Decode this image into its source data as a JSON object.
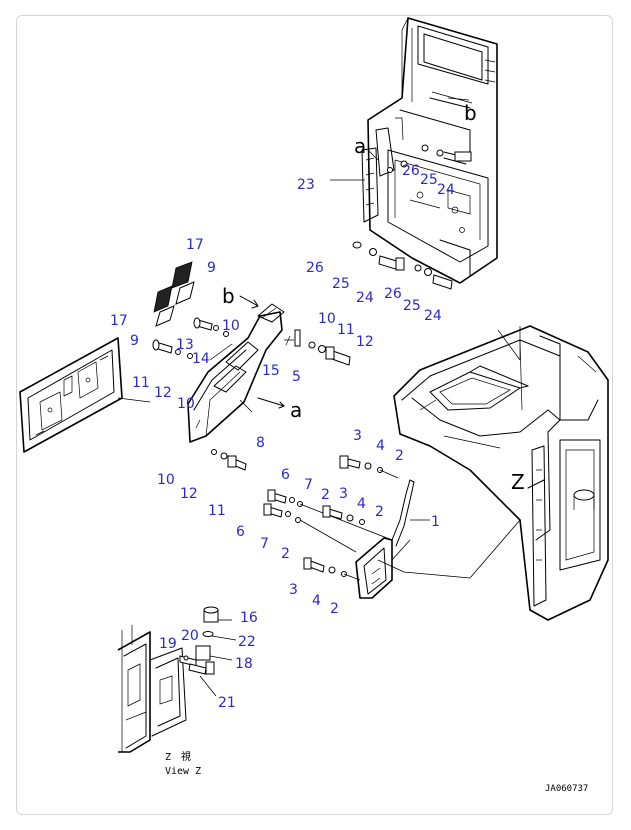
{
  "diagram": {
    "callouts": [
      {
        "id": "c23",
        "text": "23"
      },
      {
        "id": "c26a",
        "text": "26"
      },
      {
        "id": "c25a",
        "text": "25"
      },
      {
        "id": "c24a",
        "text": "24"
      },
      {
        "id": "c26b",
        "text": "26"
      },
      {
        "id": "c25b",
        "text": "25"
      },
      {
        "id": "c24b",
        "text": "24"
      },
      {
        "id": "c26c",
        "text": "26"
      },
      {
        "id": "c25c",
        "text": "25"
      },
      {
        "id": "c24c",
        "text": "24"
      },
      {
        "id": "c17a",
        "text": "17"
      },
      {
        "id": "c9a",
        "text": "9"
      },
      {
        "id": "c17b",
        "text": "17"
      },
      {
        "id": "c9b",
        "text": "9"
      },
      {
        "id": "c10a",
        "text": "10"
      },
      {
        "id": "c13",
        "text": "13"
      },
      {
        "id": "c14",
        "text": "14"
      },
      {
        "id": "c11a",
        "text": "11"
      },
      {
        "id": "c12a",
        "text": "12"
      },
      {
        "id": "c10b",
        "text": "10"
      },
      {
        "id": "c15",
        "text": "15"
      },
      {
        "id": "c5",
        "text": "5"
      },
      {
        "id": "c10c",
        "text": "10"
      },
      {
        "id": "c11b",
        "text": "11"
      },
      {
        "id": "c12b",
        "text": "12"
      },
      {
        "id": "c8",
        "text": "8"
      },
      {
        "id": "c10d",
        "text": "10"
      },
      {
        "id": "c12c",
        "text": "12"
      },
      {
        "id": "c11c",
        "text": "11"
      },
      {
        "id": "c3a",
        "text": "3"
      },
      {
        "id": "c4a",
        "text": "4"
      },
      {
        "id": "c2a",
        "text": "2"
      },
      {
        "id": "c6a",
        "text": "6"
      },
      {
        "id": "c7a",
        "text": "7"
      },
      {
        "id": "c2b",
        "text": "2"
      },
      {
        "id": "c3b",
        "text": "3"
      },
      {
        "id": "c4b",
        "text": "4"
      },
      {
        "id": "c2c",
        "text": "2"
      },
      {
        "id": "c1",
        "text": "1"
      },
      {
        "id": "c6b",
        "text": "6"
      },
      {
        "id": "c7b",
        "text": "7"
      },
      {
        "id": "c2d",
        "text": "2"
      },
      {
        "id": "c3c",
        "text": "3"
      },
      {
        "id": "c4c",
        "text": "4"
      },
      {
        "id": "c2e",
        "text": "2"
      },
      {
        "id": "c16",
        "text": "16"
      },
      {
        "id": "c20",
        "text": "20"
      },
      {
        "id": "c22",
        "text": "22"
      },
      {
        "id": "c19",
        "text": "19"
      },
      {
        "id": "c18",
        "text": "18"
      },
      {
        "id": "c21",
        "text": "21"
      }
    ],
    "reference_letters": {
      "a_top": "a",
      "b_top": "b",
      "b_mid": "b",
      "a_mid": "a",
      "z": "Z"
    },
    "view_label_jp": "Z　視",
    "view_label_en": "View Z",
    "drawing_code": "JA060737"
  },
  "colors": {
    "callout": "#2a2ad0",
    "line": "#000000",
    "frame": "#d5d5d5"
  }
}
